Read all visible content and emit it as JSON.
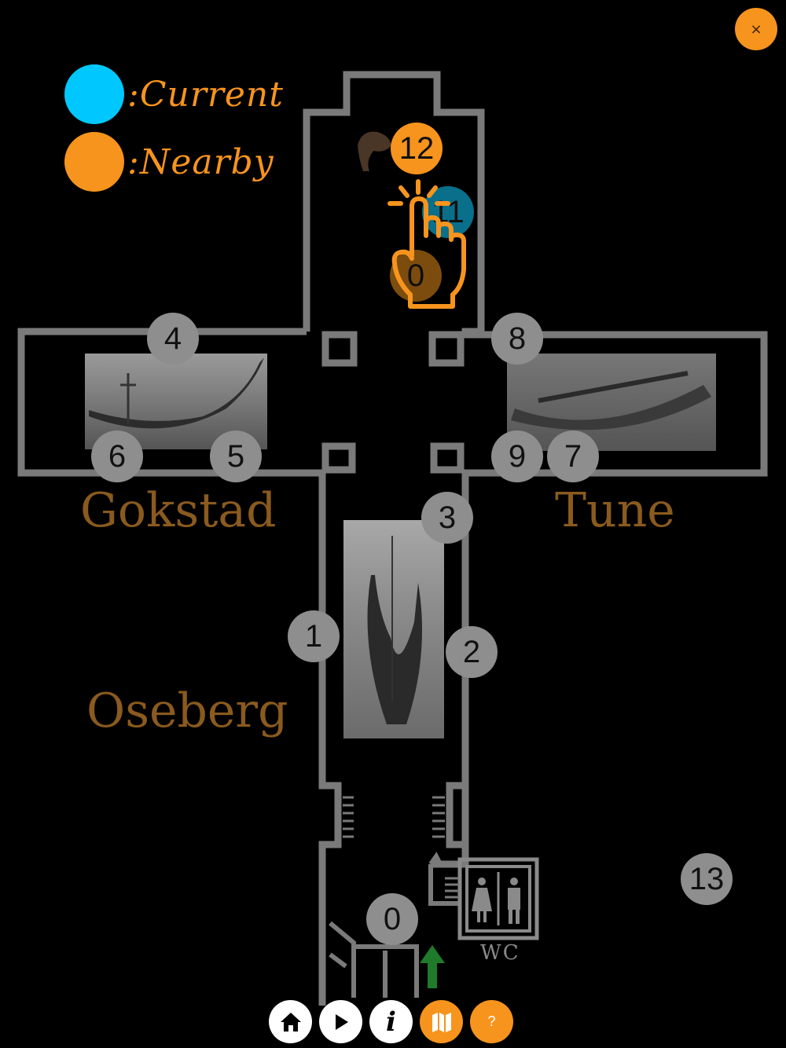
{
  "legend": {
    "current": {
      "label": ":Current",
      "color": "#00c8ff"
    },
    "nearby": {
      "label": ":Nearby",
      "color": "#f7941d"
    }
  },
  "close_button": {
    "label": "×"
  },
  "rooms": {
    "gokstad": "Gokstad",
    "tune": "Tune",
    "oseberg": "Oseberg",
    "wc": "WC"
  },
  "markers": {
    "m0": "0",
    "m1": "1",
    "m2": "2",
    "m3": "3",
    "m4": "4",
    "m5": "5",
    "m6": "6",
    "m7": "7",
    "m8": "8",
    "m9": "9",
    "m10": "0",
    "m11": "11",
    "m12": "12",
    "m13": "13"
  },
  "toolbar": {
    "help_label": "?"
  },
  "colors": {
    "wall": "#7a7a7a",
    "accent": "#f7941d",
    "current": "#00c8ff",
    "marker_grey": "#8e8e8e",
    "room_label": "#8a5a1e",
    "entrance_arrow": "#1f7a2a"
  },
  "icons": [
    "close-icon",
    "home-icon",
    "play-icon",
    "info-icon",
    "map-icon",
    "tap-hand-icon",
    "wc-icon",
    "entrance-arrow-icon"
  ]
}
